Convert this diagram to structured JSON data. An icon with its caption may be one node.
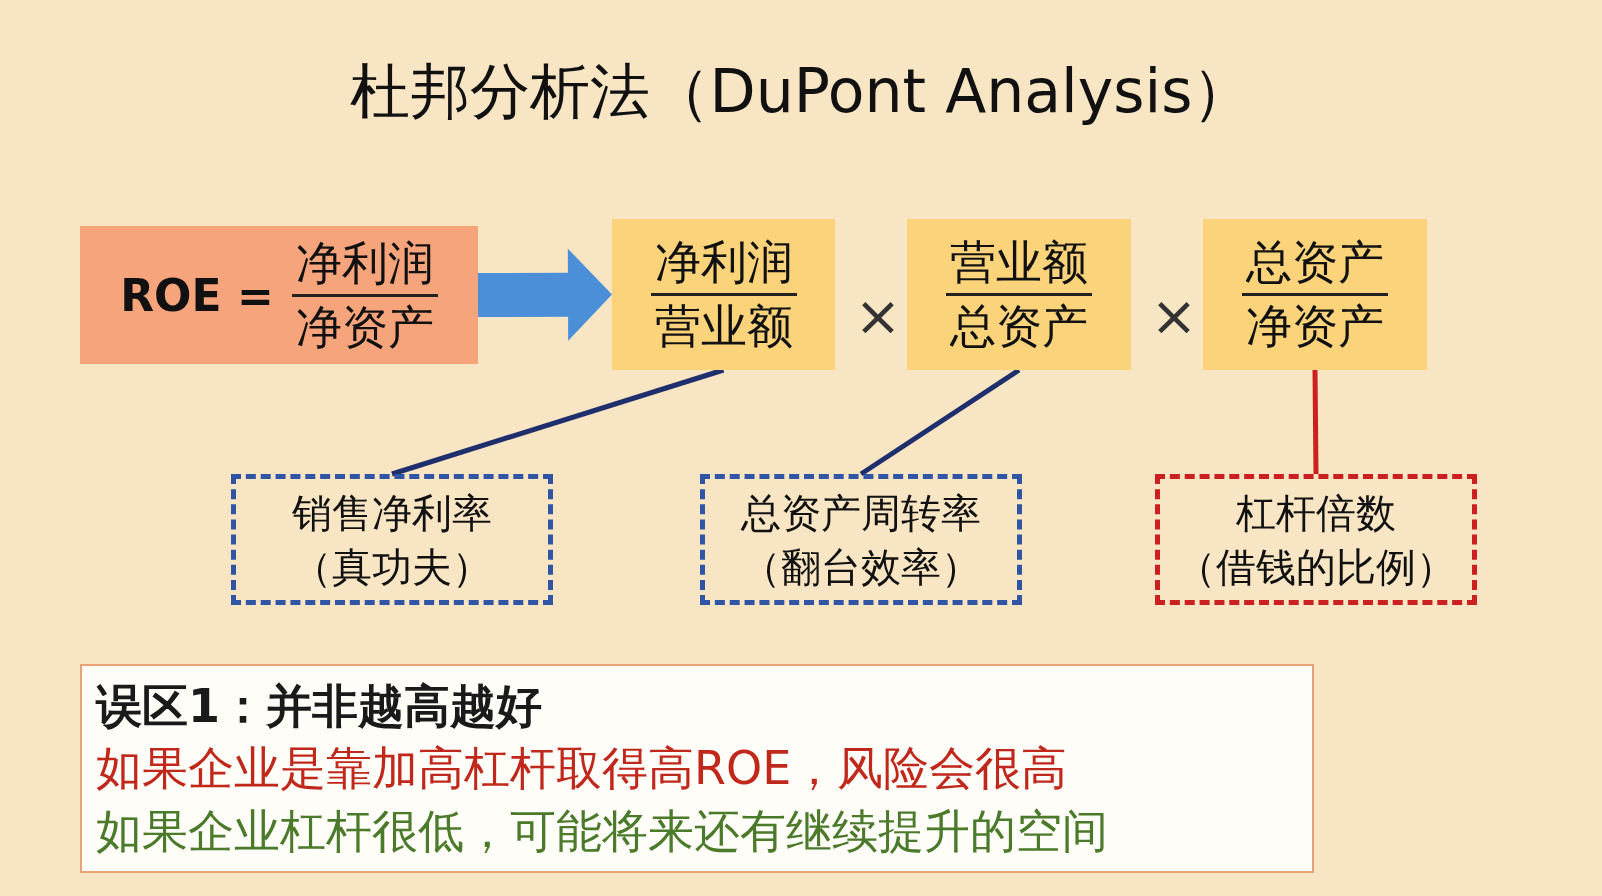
{
  "diagram": {
    "title": "杜邦分析法（DuPont Analysis）",
    "nodes": [
      {
        "text": [
          "ROE =",
          "净利润",
          "净资产"
        ]
      },
      {
        "text": [
          "净利润",
          "营业额"
        ]
      },
      {
        "text": [
          "营业额",
          "总资产"
        ]
      },
      {
        "text": [
          "总资产",
          "净资产"
        ]
      },
      {
        "text": [
          "销售净利率",
          "（真功夫）"
        ]
      },
      {
        "text": [
          "总资产周转率",
          "（翻台效率）"
        ]
      },
      {
        "text": [
          "杠杆倍数",
          "（借钱的比例）"
        ]
      },
      {
        "text": [
          "误区1：并非越高越好",
          "如果企业是靠加高杠杆取得高ROE，风险会很高",
          "如果企业杠杆很低，可能将来还有继续提升的空间"
        ]
      }
    ],
    "edges": [
      {
        "from": 0,
        "to": 1,
        "arrow": "to",
        "style": "thick",
        "color": "#4a8fd8"
      },
      {
        "from": 1,
        "to": 4,
        "arrow": "none"
      },
      {
        "from": 2,
        "to": 5,
        "arrow": "none"
      },
      {
        "from": 3,
        "to": 6,
        "arrow": "none",
        "color": "#cc1f1f"
      }
    ],
    "labels": [
      "×",
      "×"
    ]
  }
}
